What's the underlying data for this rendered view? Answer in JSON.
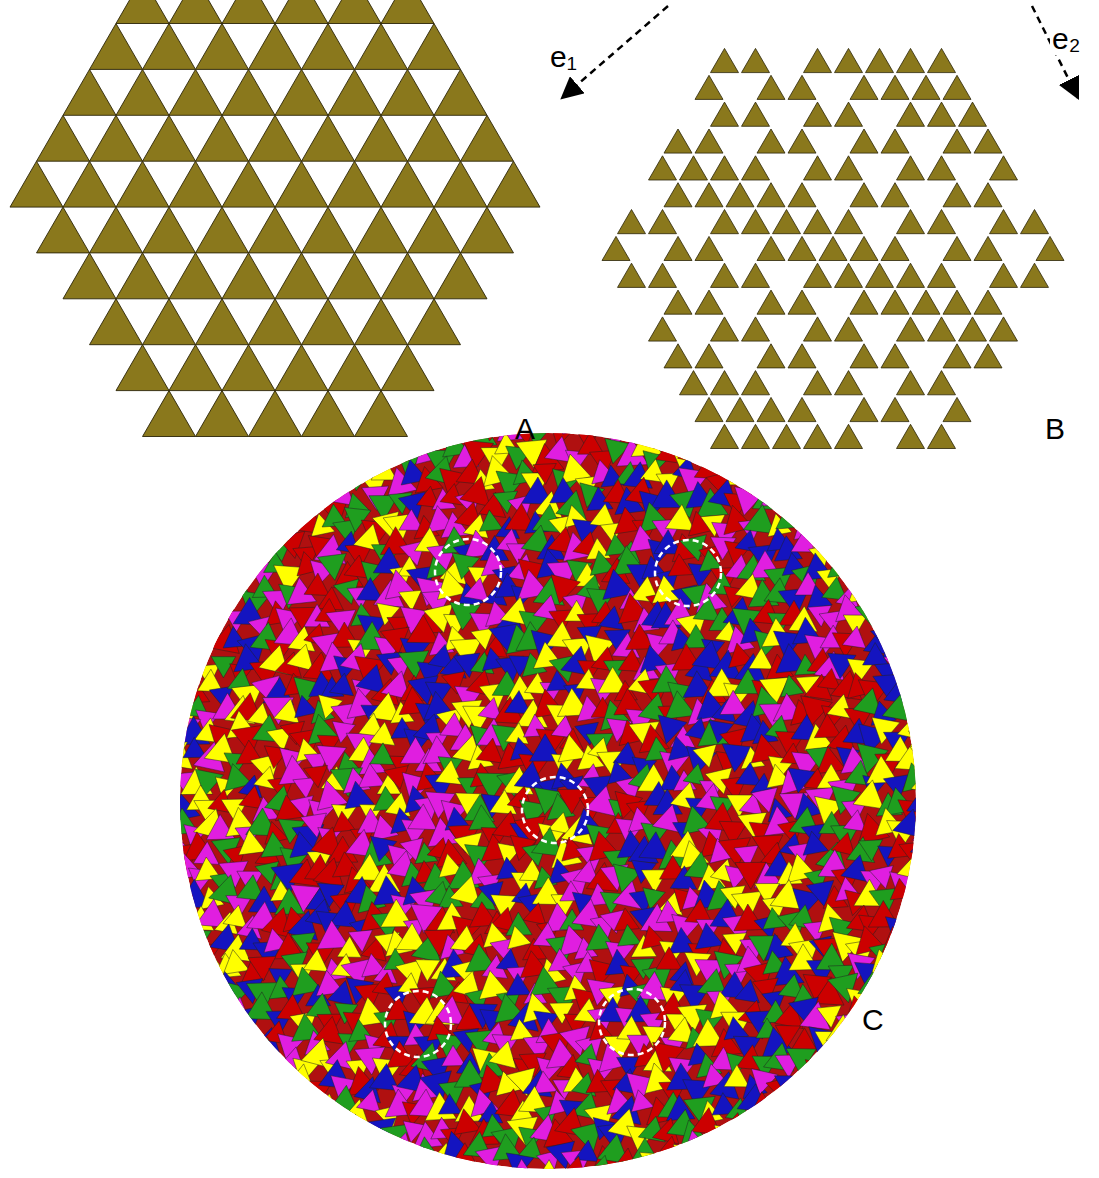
{
  "diagram": {
    "labels": [
      "e₁",
      "e₂",
      "A",
      "B",
      "C"
    ]
  }
}
